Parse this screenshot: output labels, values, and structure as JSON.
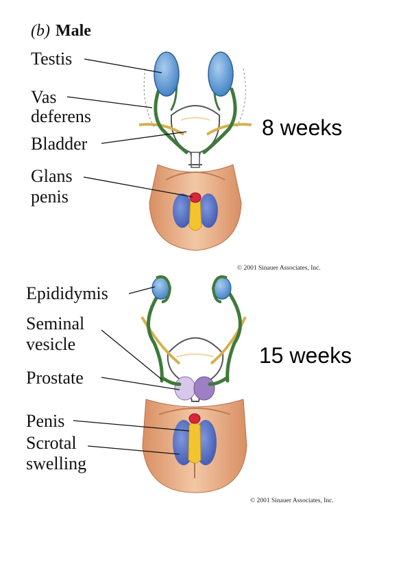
{
  "panel": {
    "letter": "(b)",
    "title": "Male"
  },
  "top_diagram": {
    "age": "8 weeks",
    "labels": {
      "testis": "Testis",
      "vas_line1": "Vas",
      "vas_line2": "deferens",
      "bladder": "Bladder",
      "glans_line1": "Glans",
      "glans_line2": "penis"
    },
    "copyright": "© 2001 Sinauer Associates, Inc."
  },
  "bottom_diagram": {
    "age": "15 weeks",
    "labels": {
      "epididymis": "Epididymis",
      "seminal_line1": "Seminal",
      "seminal_line2": "vesicle",
      "prostate": "Prostate",
      "penis": "Penis",
      "scrotal_line1": "Scrotal",
      "scrotal_line2": "swelling"
    },
    "copyright": "© 2001 Sinauer Associates, Inc."
  },
  "colors": {
    "testis": "#5b9bd5",
    "duct": "#3f7a3a",
    "skin": "#e0a47d",
    "swelling": "#4e6fc2",
    "glans": "#d8263a",
    "urethra": "#f4c430",
    "prostate": "#b79ad1"
  }
}
